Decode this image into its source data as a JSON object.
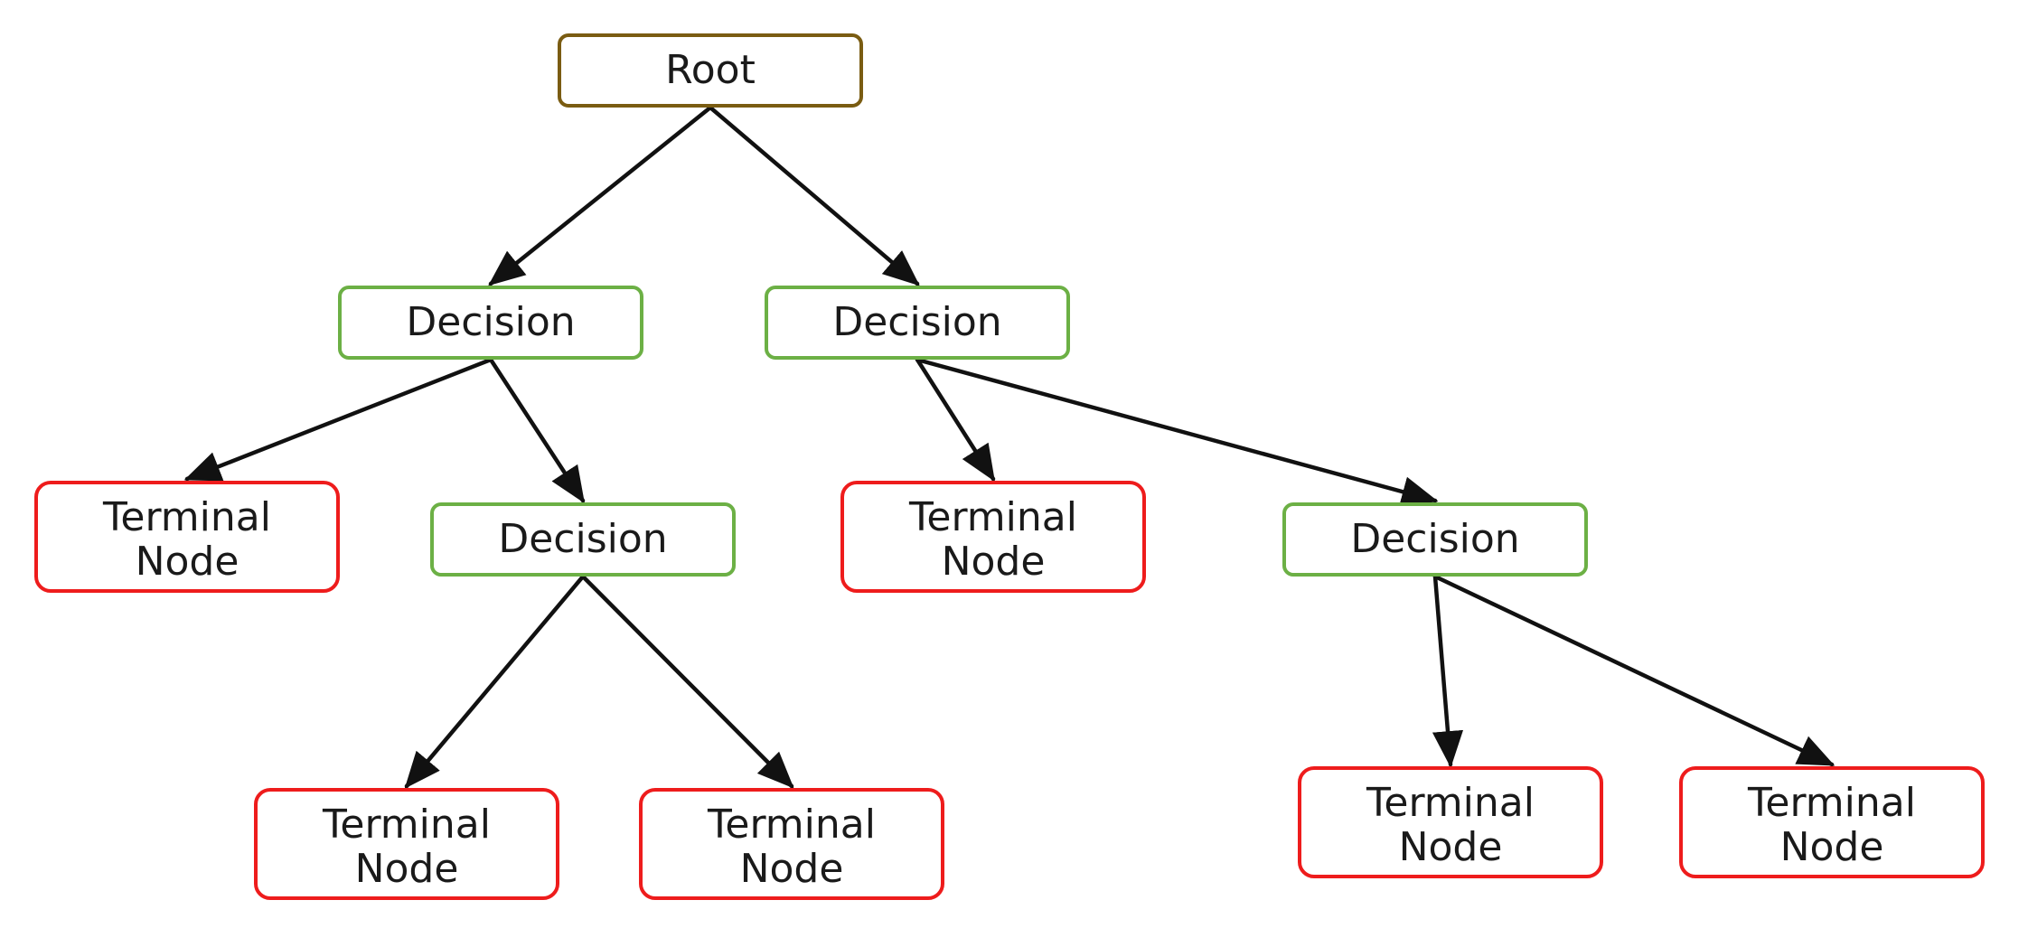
{
  "diagram": {
    "nodes": {
      "root": {
        "label": "Root",
        "kind": "root",
        "border_color": "#7a5c12"
      },
      "d1": {
        "label": "Decision",
        "kind": "decision",
        "border_color": "#6cb045"
      },
      "d2": {
        "label": "Decision",
        "kind": "decision",
        "border_color": "#6cb045"
      },
      "d3": {
        "label": "Decision",
        "kind": "decision",
        "border_color": "#6cb045"
      },
      "d4": {
        "label": "Decision",
        "kind": "decision",
        "border_color": "#6cb045"
      },
      "t1": {
        "label": "Terminal\nNode",
        "kind": "terminal",
        "border_color": "#ee1c1c"
      },
      "t2": {
        "label": "Terminal\nNode",
        "kind": "terminal",
        "border_color": "#ee1c1c"
      },
      "t3": {
        "label": "Terminal\nNode",
        "kind": "terminal",
        "border_color": "#ee1c1c"
      },
      "t4": {
        "label": "Terminal\nNode",
        "kind": "terminal",
        "border_color": "#ee1c1c"
      },
      "t5": {
        "label": "Terminal\nNode",
        "kind": "terminal",
        "border_color": "#ee1c1c"
      },
      "t6": {
        "label": "Terminal\nNode",
        "kind": "terminal",
        "border_color": "#ee1c1c"
      }
    },
    "edges": [
      {
        "from": "root",
        "to": "d1"
      },
      {
        "from": "root",
        "to": "d2"
      },
      {
        "from": "d1",
        "to": "t1"
      },
      {
        "from": "d1",
        "to": "d3"
      },
      {
        "from": "d2",
        "to": "t2"
      },
      {
        "from": "d2",
        "to": "d4"
      },
      {
        "from": "d3",
        "to": "t3"
      },
      {
        "from": "d3",
        "to": "t4"
      },
      {
        "from": "d4",
        "to": "t5"
      },
      {
        "from": "d4",
        "to": "t6"
      }
    ],
    "edge_color": "#111111"
  }
}
